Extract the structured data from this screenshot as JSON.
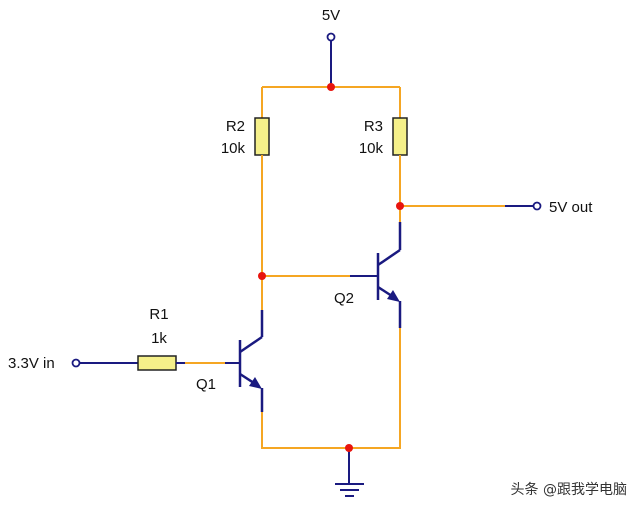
{
  "labels": {
    "supply": "5V",
    "input": "3.3V in",
    "output": "5V out"
  },
  "components": {
    "r1": {
      "name": "R1",
      "value": "1k"
    },
    "r2": {
      "name": "R2",
      "value": "10k"
    },
    "r3": {
      "name": "R3",
      "value": "10k"
    },
    "q1": {
      "name": "Q1"
    },
    "q2": {
      "name": "Q2"
    }
  },
  "watermark": "头条 @跟我学电脑",
  "colors": {
    "wire": "#f5a623",
    "lead": "#1a1a80",
    "junction": "#e8140e",
    "resistor_fill": "#f5f08a",
    "resistor_stroke": "#222222",
    "terminal": "#1a1a80"
  }
}
